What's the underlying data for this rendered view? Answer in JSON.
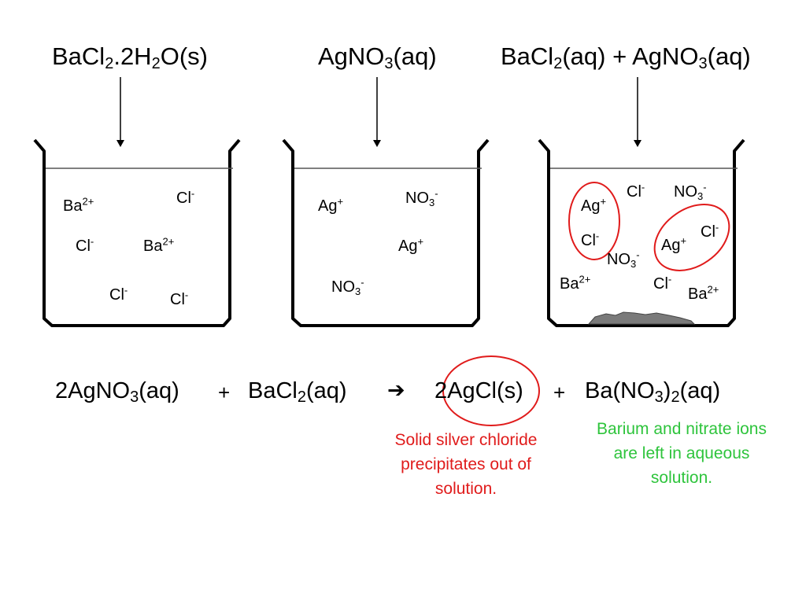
{
  "colors": {
    "red": "#e01b1b",
    "green": "#2ec43c",
    "precipitate": "#7a7a7a"
  },
  "beakers": [
    {
      "title": {
        "a": "BaCl",
        "b": "2",
        "c": ".2H",
        "d": "2",
        "e": "O(s)"
      },
      "ions": [
        {
          "base": "Ba",
          "sup": "2+",
          "sub": ""
        },
        {
          "base": "Cl",
          "sup": "-",
          "sub": ""
        },
        {
          "base": "Cl",
          "sup": "-",
          "sub": ""
        },
        {
          "base": "Ba",
          "sup": "2+",
          "sub": ""
        },
        {
          "base": "Cl",
          "sup": "-",
          "sub": ""
        },
        {
          "base": "Cl",
          "sup": "-",
          "sub": ""
        }
      ]
    },
    {
      "title": {
        "a": "AgNO",
        "b": "3",
        "c": "(aq)"
      },
      "ions": [
        {
          "base": "Ag",
          "sup": "+",
          "sub": ""
        },
        {
          "base": "NO",
          "sup": "-",
          "sub": "3"
        },
        {
          "base": "Ag",
          "sup": "+",
          "sub": ""
        },
        {
          "base": "NO",
          "sup": "-",
          "sub": "3"
        }
      ]
    },
    {
      "title": {
        "a": "BaCl",
        "b": "2",
        "c": "(aq) + AgNO",
        "d": "3",
        "e": "(aq)"
      },
      "ions": [
        {
          "base": "Cl",
          "sup": "-",
          "sub": ""
        },
        {
          "base": "NO",
          "sup": "-",
          "sub": "3"
        },
        {
          "base": "Ag",
          "sup": "+",
          "sub": ""
        },
        {
          "base": "Cl",
          "sup": "-",
          "sub": ""
        },
        {
          "base": "Cl",
          "sup": "-",
          "sub": ""
        },
        {
          "base": "Ag",
          "sup": "+",
          "sub": ""
        },
        {
          "base": "NO",
          "sup": "-",
          "sub": "3"
        },
        {
          "base": "Ba",
          "sup": "2+",
          "sub": ""
        },
        {
          "base": "Cl",
          "sup": "-",
          "sub": ""
        },
        {
          "base": "Ba",
          "sup": "2+",
          "sub": ""
        }
      ]
    }
  ],
  "equation": {
    "r1_a": "2AgNO",
    "r1_b": "3",
    "r1_c": "(aq)",
    "plus": "+",
    "r2_a": "BaCl",
    "r2_b": "2",
    "r2_c": "(aq)",
    "arrow": "➔",
    "p1": "2AgCl(s)",
    "p2_a": "Ba(NO",
    "p2_b": "3",
    "p2_c": ")",
    "p2_d": "2",
    "p2_e": "(aq)"
  },
  "notes": {
    "red": "Solid silver chloride precipitates out of solution.",
    "green": "Barium and nitrate ions are left in aqueous solution."
  }
}
